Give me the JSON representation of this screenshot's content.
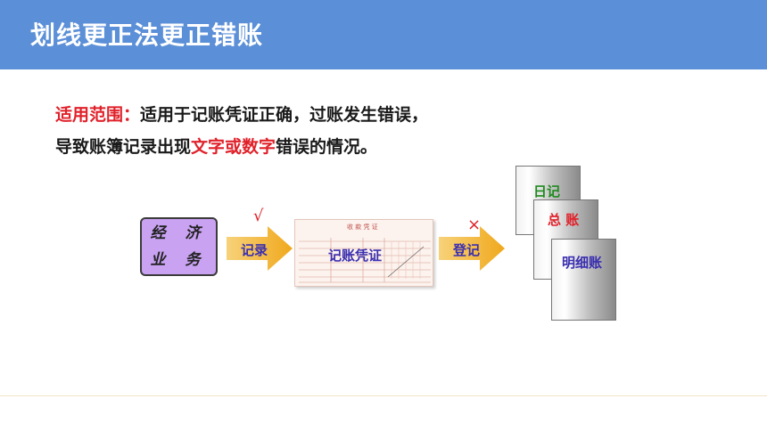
{
  "header": {
    "title": "划线更正法更正错账"
  },
  "content": {
    "line1_label": "适用范围：",
    "line1_text": "适用于记账凭证正确，过账发生错误，",
    "line2_pre": "导致账簿记录出现",
    "line2_red": "文字或数字",
    "line2_post": "错误的情况。"
  },
  "diagram": {
    "business_box": "经 济 业 务",
    "record_label": "记录",
    "check_mark": "√",
    "voucher_label": "记账凭证",
    "voucher_title": "收 款 凭 证",
    "post_label": "登记",
    "cross_mark": "×",
    "books": [
      {
        "label": "日记",
        "color": "#1f8a1f"
      },
      {
        "label": "总  账",
        "color": "#e0212a"
      },
      {
        "label": "明细账",
        "color": "#3a2fb0"
      }
    ]
  },
  "colors": {
    "header": "#5b8fd7",
    "arrow": "#f0a81c",
    "business_box": "#c9a2f2"
  }
}
